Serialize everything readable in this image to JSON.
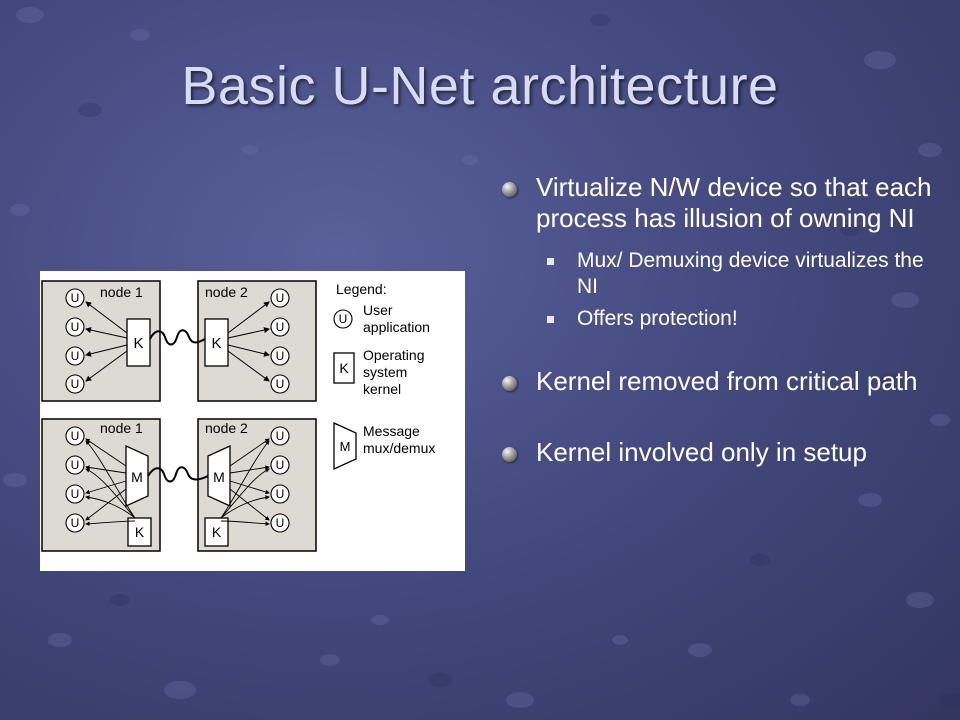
{
  "slide": {
    "title": "Basic U-Net architecture"
  },
  "bullets": [
    {
      "text": "Virtualize N/W device so that each process has illusion of owning NI",
      "sub": [
        "Mux/ Demuxing device virtualizes the NI",
        "Offers protection!"
      ]
    },
    {
      "text": "Kernel removed from critical path"
    },
    {
      "text": "Kernel involved only in setup"
    }
  ],
  "figure": {
    "top_left_label": "node 1",
    "top_right_label": "node 2",
    "bottom_left_label": "node 1",
    "bottom_right_label": "node 2",
    "user_letter": "U",
    "kernel_letter": "K",
    "mux_letter": "M",
    "legend": {
      "title": "Legend:",
      "user_line1": "User",
      "user_line2": "application",
      "kernel_line1": "Operating",
      "kernel_line2": "system",
      "kernel_line3": "kernel",
      "mux_line1": "Message",
      "mux_line2": "mux/demux"
    }
  }
}
